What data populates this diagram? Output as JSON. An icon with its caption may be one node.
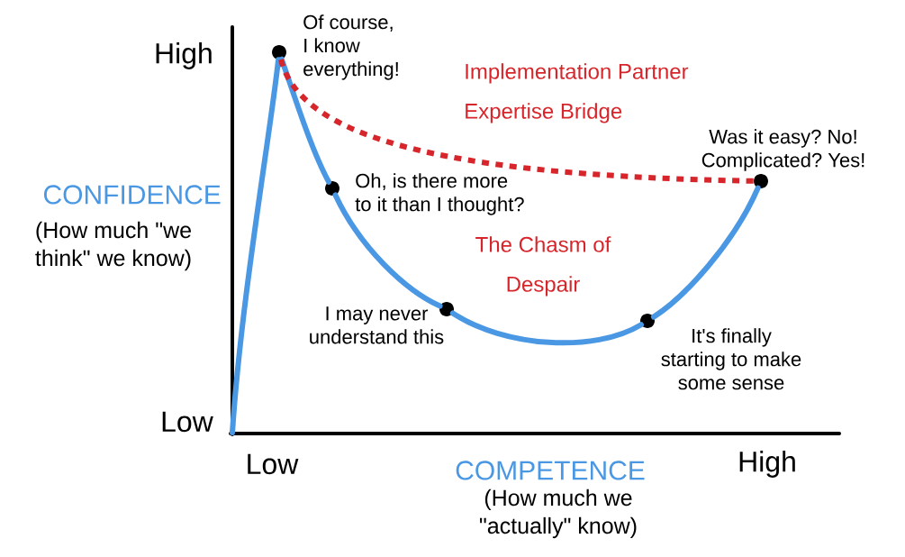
{
  "diagram": {
    "nodes": [
      {
        "text": [],
        "shape": "circle",
        "beside": [
          "Of course, I know everything!"
        ]
      },
      {
        "text": [],
        "shape": "circle",
        "beside": [
          "Oh, is there more to it than I thought?"
        ]
      },
      {
        "text": [],
        "shape": "circle",
        "beside": [
          "I may never understand this"
        ]
      },
      {
        "text": [],
        "shape": "circle",
        "beside": [
          "It's finally starting to make some sense"
        ]
      },
      {
        "text": [],
        "shape": "circle",
        "beside": [
          "Was it easy? No! Complicated? Yes!"
        ]
      }
    ],
    "edges": [
      {
        "from": null,
        "to": 0,
        "arrow": "none"
      },
      {
        "from": 0,
        "to": 1,
        "arrow": "none"
      },
      {
        "from": 1,
        "to": 2,
        "arrow": "none"
      },
      {
        "from": 2,
        "to": 3,
        "arrow": "none"
      },
      {
        "from": 3,
        "to": 4,
        "arrow": "none"
      },
      {
        "from": 0,
        "to": 4,
        "arrow": "none",
        "style": "dashed",
        "color": "#d7262b"
      }
    ],
    "labels": [
      "High",
      "Implementation Partner Expertise Bridge",
      "CONFIDENCE",
      "(How much \"we think\" we know)",
      "The Chasm of Despair",
      "Low",
      "Low",
      "High",
      "COMPETENCE",
      "(How much we \"actually\" know)"
    ]
  }
}
